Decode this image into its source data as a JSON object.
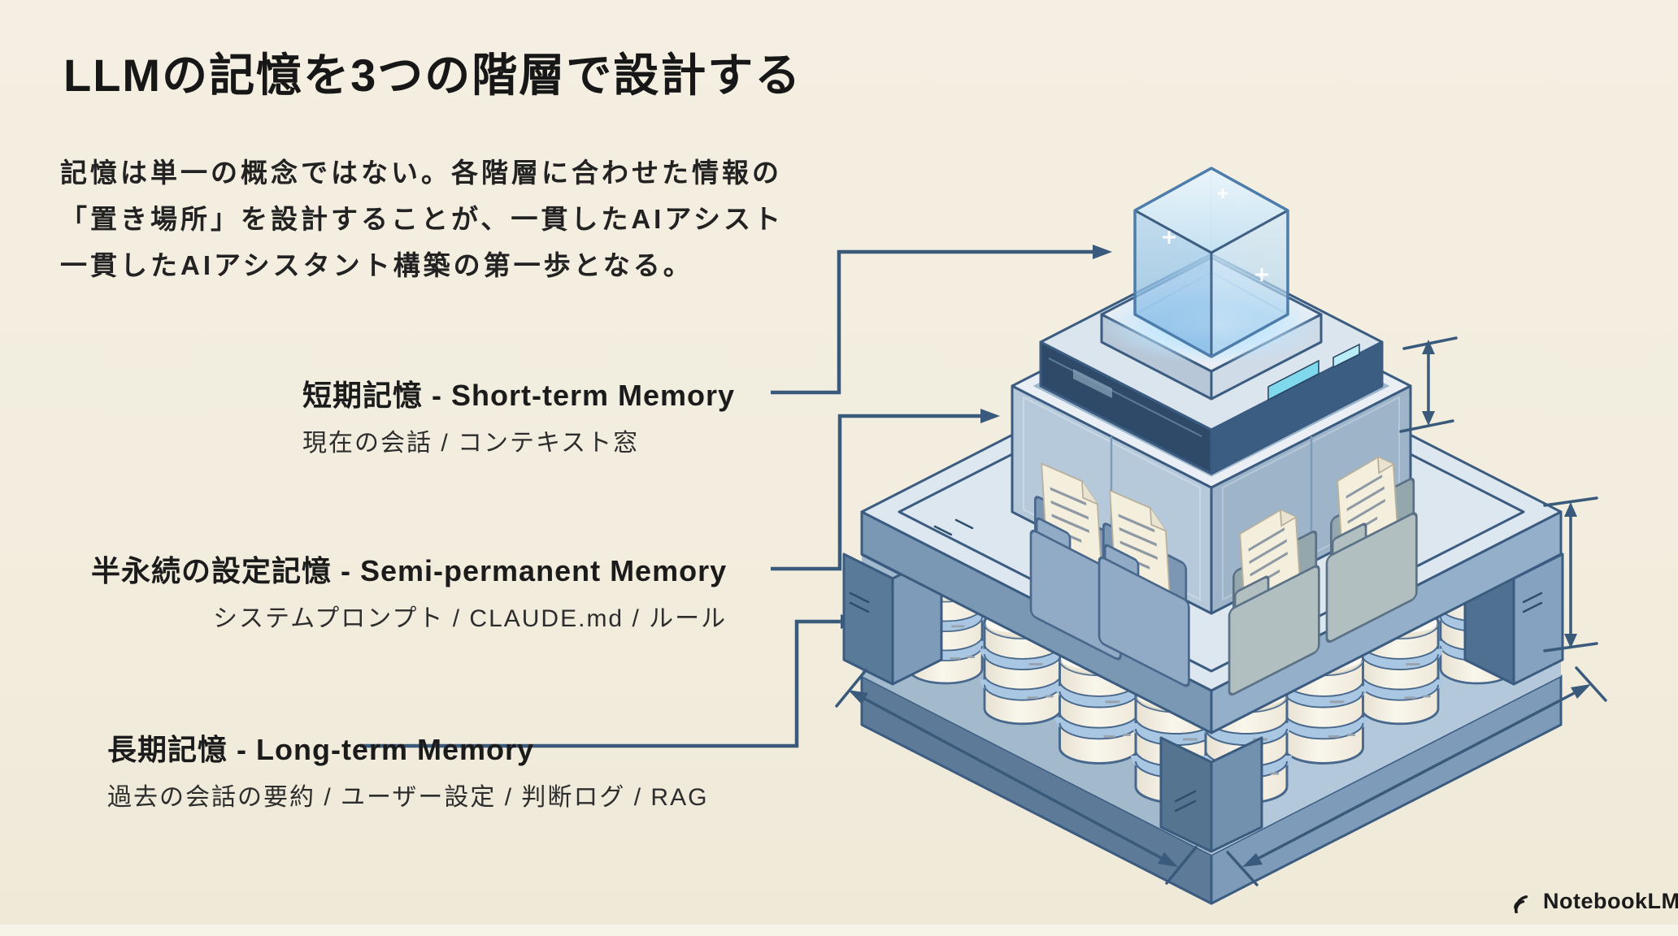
{
  "title": "LLMの記憶を3つの階層で設計する",
  "intro": {
    "lines": [
      "記憶は単一の概念ではない。各階層に合わせた情報の",
      "「置き場所」を設計することが、一貫したAIアシスト",
      "一貫したAIアシスタント構築の第一歩となる。"
    ]
  },
  "labels": [
    {
      "id": "short-term",
      "heading": "短期記憶 - Short-term Memory",
      "detail": "現在の会話 / コンテキスト窓"
    },
    {
      "id": "semi-permanent",
      "heading": "半永続の設定記憶 - Semi-permanent Memory",
      "detail": "システムプロンプト / CLAUDE.md / ルール"
    },
    {
      "id": "long-term",
      "heading": "長期記憶 - Long-term Memory",
      "detail": "過去の会話の要約 / ユーザー設定 / 判断ログ / RAG"
    }
  ],
  "diagram": {
    "tiers": [
      {
        "name": "short-term",
        "visual": "glowing-cube-icon"
      },
      {
        "name": "semi-permanent",
        "visual": "folder-box-icon"
      },
      {
        "name": "long-term",
        "visual": "database-platform-icon"
      }
    ]
  },
  "branding": {
    "logo_text": "NotebookLM",
    "logo_icon": "notebooklm-arcs-icon"
  },
  "colors": {
    "background": "#f2edde",
    "text": "#1e1e1e",
    "line_blue": "#3b5c80",
    "arrow_blue": "#3a5a7c",
    "cube_blue": "#a9d2f0",
    "glow": "#cfeaff",
    "dark_band": "#2e4a68",
    "cyan_detail": "#7fd8ec"
  }
}
